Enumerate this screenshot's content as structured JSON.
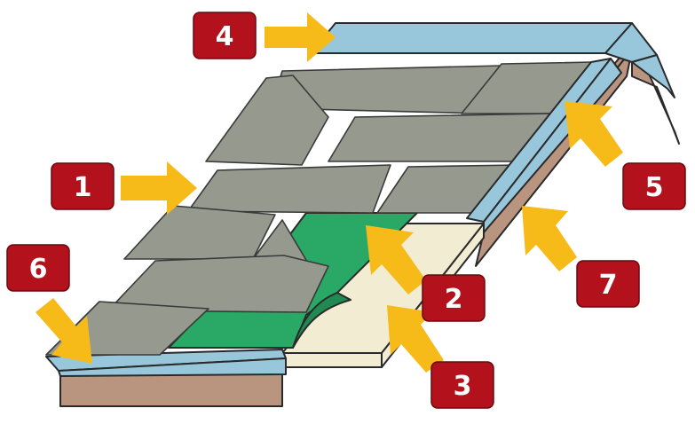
{
  "colors": {
    "shingle": "#969a8e",
    "underlay": "#2aa866",
    "underlay_dark": "#1f8a52",
    "board": "#f1ecd2",
    "metal_edge": "#98c7dc",
    "fascia": "#b99580",
    "arrow": "#f6ba19",
    "badge": "#b3111c"
  },
  "callouts": [
    {
      "label": "1",
      "target": "roof-shingles"
    },
    {
      "label": "2",
      "target": "underlayment"
    },
    {
      "label": "3",
      "target": "roof-sheathing"
    },
    {
      "label": "4",
      "target": "ridge-flashing"
    },
    {
      "label": "5",
      "target": "side-edge-flashing"
    },
    {
      "label": "6",
      "target": "eaves-flashing"
    },
    {
      "label": "7",
      "target": "fascia-board"
    }
  ]
}
